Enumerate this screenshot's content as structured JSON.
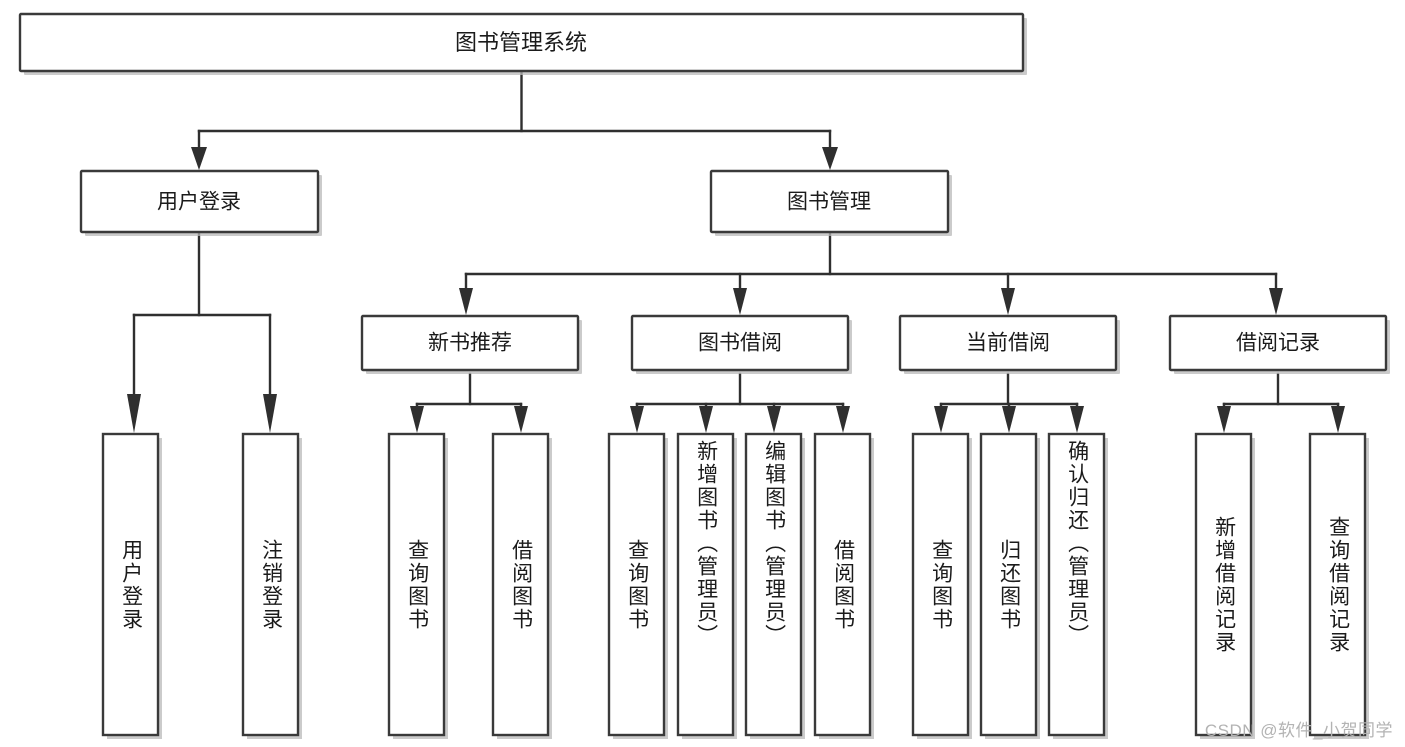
{
  "diagram": {
    "type": "tree",
    "orientation": "top-down",
    "title": "图书管理系统",
    "watermark": "CSDN @软件_小贺同学",
    "root": {
      "id": "root",
      "label": "图书管理系统",
      "orientation": "horizontal"
    },
    "level2": [
      {
        "id": "user-login",
        "label": "用户登录",
        "orientation": "horizontal"
      },
      {
        "id": "book-manage",
        "label": "图书管理",
        "orientation": "horizontal"
      }
    ],
    "level3": [
      {
        "id": "new-book-recommend",
        "label": "新书推荐",
        "orientation": "horizontal",
        "parent": "book-manage"
      },
      {
        "id": "book-borrow",
        "label": "图书借阅",
        "orientation": "horizontal",
        "parent": "book-manage"
      },
      {
        "id": "current-borrow",
        "label": "当前借阅",
        "orientation": "horizontal",
        "parent": "book-manage"
      },
      {
        "id": "borrow-record",
        "label": "借阅记录",
        "orientation": "horizontal",
        "parent": "book-manage"
      }
    ],
    "leaves": [
      {
        "id": "leaf-user-login",
        "label": "用户登录",
        "parent": "user-login",
        "orientation": "vertical"
      },
      {
        "id": "leaf-logout",
        "label": "注销登录",
        "parent": "user-login",
        "orientation": "vertical"
      },
      {
        "id": "leaf-query-book-1",
        "label": "查询图书",
        "parent": "new-book-recommend",
        "orientation": "vertical"
      },
      {
        "id": "leaf-borrow-book-1",
        "label": "借阅图书",
        "parent": "new-book-recommend",
        "orientation": "vertical"
      },
      {
        "id": "leaf-query-book-2",
        "label": "查询图书",
        "parent": "book-borrow",
        "orientation": "vertical"
      },
      {
        "id": "leaf-add-book",
        "label": "新增图书（管理员）",
        "parent": "book-borrow",
        "orientation": "vertical"
      },
      {
        "id": "leaf-edit-book",
        "label": "编辑图书（管理员）",
        "parent": "book-borrow",
        "orientation": "vertical"
      },
      {
        "id": "leaf-borrow-book-2",
        "label": "借阅图书",
        "parent": "book-borrow",
        "orientation": "vertical"
      },
      {
        "id": "leaf-query-book-3",
        "label": "查询图书",
        "parent": "current-borrow",
        "orientation": "vertical"
      },
      {
        "id": "leaf-return-book",
        "label": "归还图书",
        "parent": "current-borrow",
        "orientation": "vertical"
      },
      {
        "id": "leaf-confirm-return",
        "label": "确认归还（管理员）",
        "parent": "current-borrow",
        "orientation": "vertical"
      },
      {
        "id": "leaf-add-record",
        "label": "新增借阅记录",
        "parent": "borrow-record",
        "orientation": "vertical"
      },
      {
        "id": "leaf-query-record",
        "label": "查询借阅记录",
        "parent": "borrow-record",
        "orientation": "vertical"
      }
    ],
    "colors": {
      "box_fill": "#ffffff",
      "box_stroke": "#3a3a3a",
      "connector": "#2f2f2f",
      "text": "#1b1b1b",
      "watermark": "#b3b3b3",
      "background": "#ffffff"
    }
  }
}
